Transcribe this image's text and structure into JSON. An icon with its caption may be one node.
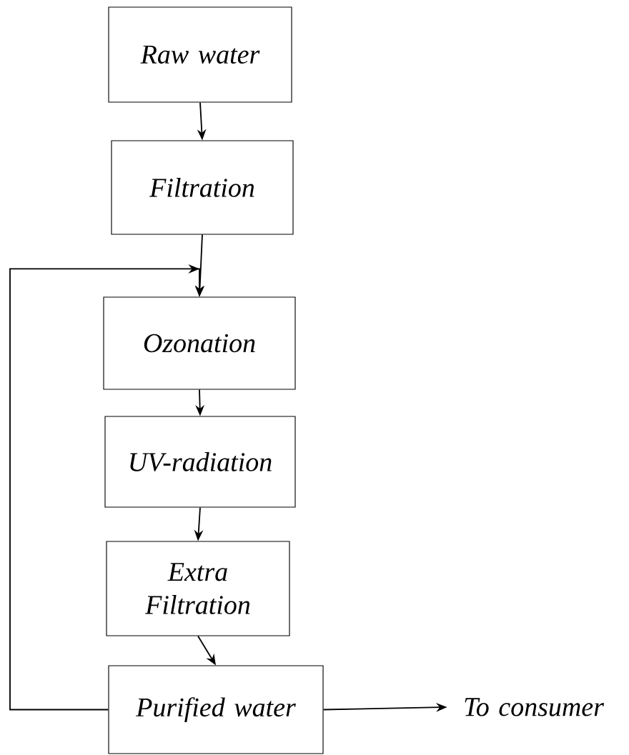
{
  "diagram": {
    "nodes": [
      {
        "text": [
          "Raw water"
        ]
      },
      {
        "text": [
          "Filtration"
        ]
      },
      {
        "text": [
          "Ozonation"
        ]
      },
      {
        "text": [
          "UV-radiation"
        ]
      },
      {
        "text": [
          "Extra Filtration"
        ]
      },
      {
        "text": [
          "Purified water"
        ]
      },
      {
        "text": [
          "To consumer"
        ]
      }
    ],
    "edges": [
      {
        "from": 0,
        "to": 1,
        "arrow": "to"
      },
      {
        "from": 1,
        "to": 2,
        "arrow": "to"
      },
      {
        "from": 2,
        "to": 3,
        "arrow": "to"
      },
      {
        "from": 3,
        "to": 4,
        "arrow": "to"
      },
      {
        "from": 4,
        "to": 5,
        "arrow": "to"
      },
      {
        "from": 5,
        "to": 2,
        "arrow": "to"
      },
      {
        "from": 5,
        "to": 6,
        "arrow": "to"
      }
    ]
  }
}
